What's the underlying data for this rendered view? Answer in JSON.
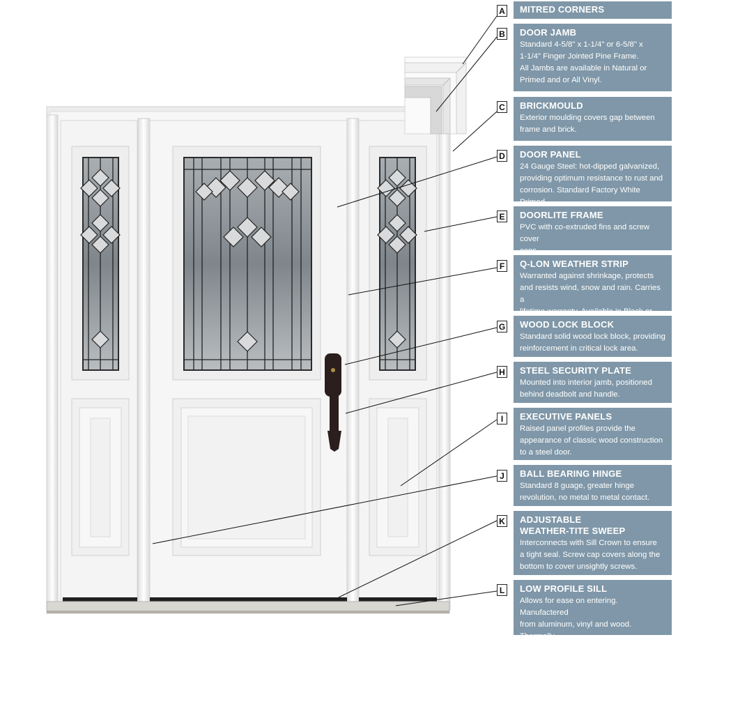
{
  "callouts": [
    {
      "letter": "A",
      "title": "MITRED CORNERS",
      "desc": ""
    },
    {
      "letter": "B",
      "title": "DOOR JAMB",
      "desc": "Standard 4-5/8\" x 1-1/4\" or 6-5/8\" x\n1-1/4\" Finger Jointed Pine Frame.\nAll Jambs are available in Natural or\nPrimed and or All Vinyl."
    },
    {
      "letter": "C",
      "title": "BRICKMOULD",
      "desc": "Exterior moulding covers gap between\nframe and brick."
    },
    {
      "letter": "D",
      "title": "DOOR PANEL",
      "desc": "24 Gauge Steel: hot-dipped galvanized,\nproviding optimum resistance to rust and\ncorrosion. Standard Factory White Primed."
    },
    {
      "letter": "E",
      "title": "DOORLITE FRAME",
      "desc": "PVC with co-extruded fins and screw cover\ncaps."
    },
    {
      "letter": "F",
      "title": "Q-LON WEATHER STRIP",
      "desc": "Warranted against shrinkage, protects\nand resists wind, snow and rain. Carries a\nlifetime warranty. Available in Black or White."
    },
    {
      "letter": "G",
      "title": "WOOD LOCK BLOCK",
      "desc": "Standard solid wood lock block, providing\nreinforcement in critical lock area."
    },
    {
      "letter": "H",
      "title": "STEEL SECURITY PLATE",
      "desc": "Mounted into interior jamb, positioned\nbehind deadbolt and handle."
    },
    {
      "letter": "I",
      "title": "EXECUTIVE PANELS",
      "desc": "Raised panel profiles provide the\nappearance of classic wood construction\nto a steel door."
    },
    {
      "letter": "J",
      "title": "BALL BEARING HINGE",
      "desc": "Standard 8 guage, greater hinge\nrevolution, no metal to metal contact."
    },
    {
      "letter": "K",
      "title": "ADJUSTABLE\nWEATHER-TITE SWEEP",
      "desc": "Interconnects with Sill Crown to ensure\na tight seal. Screw cap covers along the\nbottom to cover unsightly screws."
    },
    {
      "letter": "L",
      "title": "LOW PROFILE SILL",
      "desc": "Allows for ease on entering. Manufactered\nfrom aluminum, vinyl and wood. Thermally\nbroken to eliminate frost transfer."
    }
  ],
  "colors": {
    "panel": "#7f97a8",
    "frame": "#f1f1f1",
    "hardware": "#2a1f1c"
  }
}
